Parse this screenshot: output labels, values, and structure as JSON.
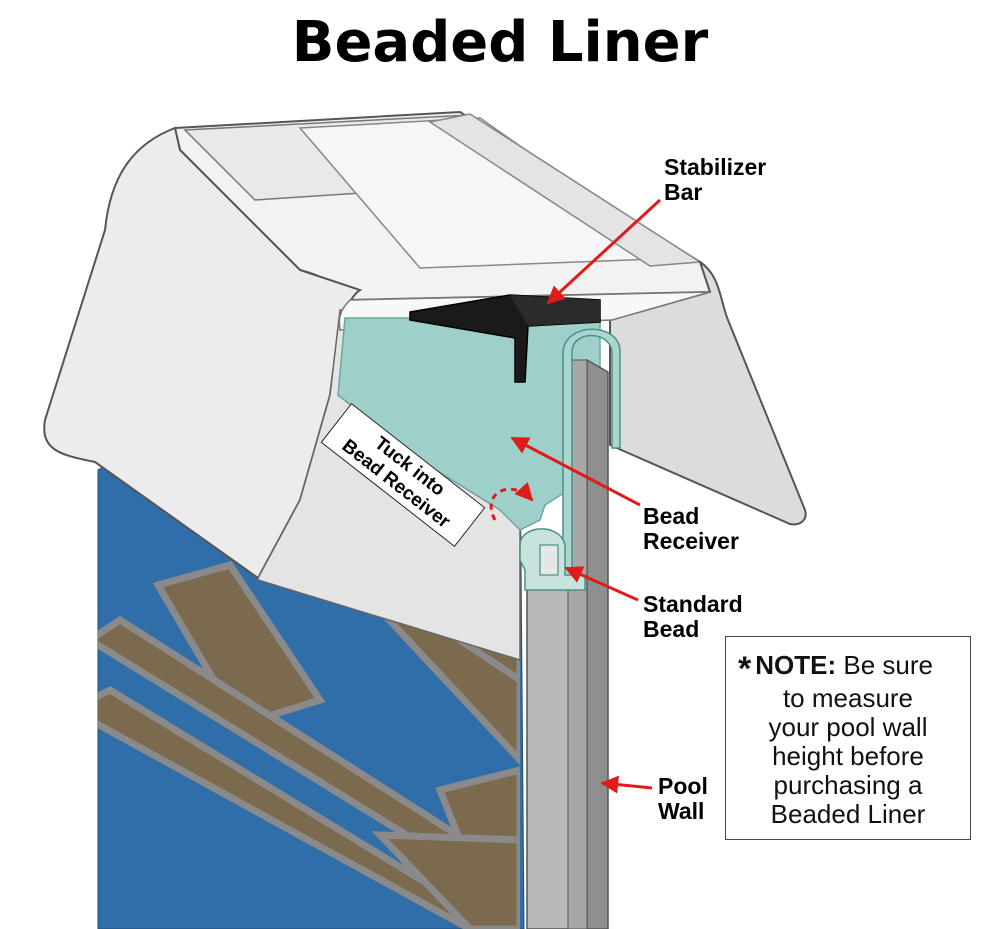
{
  "title": "Beaded Liner",
  "callouts": {
    "stabilizer_bar": [
      "Stabilizer",
      "Bar"
    ],
    "bead_receiver": [
      "Bead",
      "Receiver"
    ],
    "standard_bead": [
      "Standard",
      "Bead"
    ],
    "pool_wall": [
      "Pool",
      "Wall"
    ]
  },
  "tuck_label": [
    "Tuck into",
    "Bead Receiver"
  ],
  "note": {
    "star": "*",
    "keyword": "NOTE:",
    "first_line_rest": " Be sure",
    "lines": [
      "to measure",
      "your pool wall",
      "height before",
      "purchasing a",
      "Beaded Liner"
    ]
  },
  "colors": {
    "liner_blue": "#2f6ea8",
    "tile_brown": "#7c6a4f",
    "coping_white": "#eeeeee",
    "receiver_teal": "#9ecfc9",
    "arrow_red": "#e01b1b",
    "wall_gray": "#b9b9b9"
  }
}
